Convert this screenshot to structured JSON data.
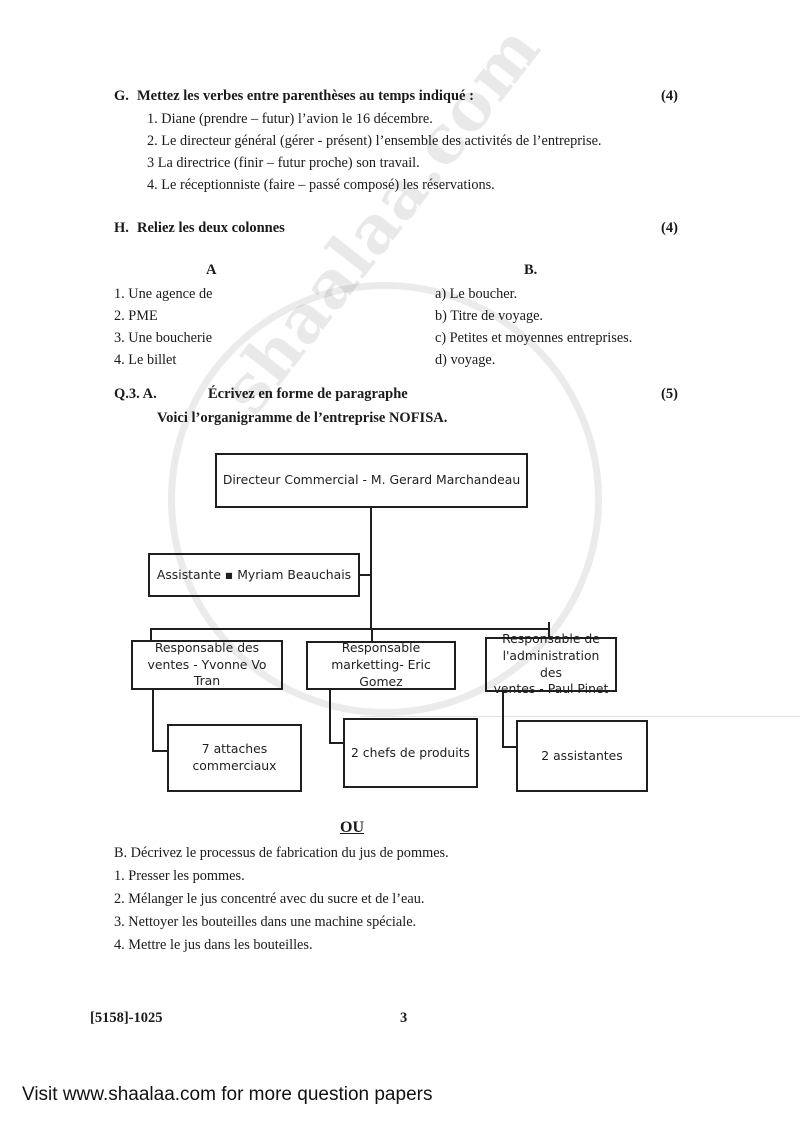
{
  "document": {
    "paper_code": "[5158]-1025",
    "page_number": "3"
  },
  "section_g": {
    "label": "G.",
    "title": "Mettez les verbes entre parenthèses au temps indiqué :",
    "marks": "(4)",
    "items": [
      "1.  Diane (prendre – futur) l’avion le 16 décembre.",
      "2.  Le directeur général (gérer - présent) l’ensemble des activités de l’entreprise.",
      "3   La directrice (finir – futur proche) son travail.",
      "4.  Le réceptionniste (faire – passé composé) les réservations."
    ]
  },
  "section_h": {
    "label": "H.",
    "title": "Reliez les deux colonnes",
    "marks": "(4)",
    "column_a_header": "A",
    "column_b_header": "B.",
    "column_a": [
      "1. Une agence de",
      "2.  PME",
      "3.  Une boucherie",
      "4.  Le billet"
    ],
    "column_b": [
      "a) Le boucher.",
      "b) Titre de voyage.",
      "c) Petites et moyennes entreprises.",
      "d)  voyage."
    ]
  },
  "question_3": {
    "label": "Q.3. A.",
    "title": "Écrivez en forme de paragraphe",
    "subtitle": "Voici l’organigramme de l’entreprise NOFISA.",
    "marks": "(5)"
  },
  "org_chart": {
    "director": "Directeur Commercial -  M. Gerard  Marchandeau",
    "assistant": "Assistante  ▪  Myriam  Beauchais",
    "managers": [
      "Responsable  des\nventes - Yvonne Vo Tran",
      "Responsable\nmarketting- Eric Gomez",
      "Responsable de\nl'administration des\nventes - Paul Pinet"
    ],
    "reports": [
      "7 attaches\ncommerciaux",
      "2 chefs de produits",
      "2 assistantes"
    ]
  },
  "alternative": {
    "separator": "OU",
    "label_line": "B. Décrivez le processus de fabrication du jus de pommes.",
    "steps": [
      "1. Presser les pommes.",
      "2. Mélanger le jus concentré avec du sucre et de l’eau.",
      "3. Nettoyer les bouteilles dans une machine spéciale.",
      "4. Mettre le jus dans les bouteilles."
    ]
  },
  "watermark": {
    "text": "shaalaa.com"
  },
  "banner": {
    "text": "Visit www.shaalaa.com for more question papers"
  }
}
